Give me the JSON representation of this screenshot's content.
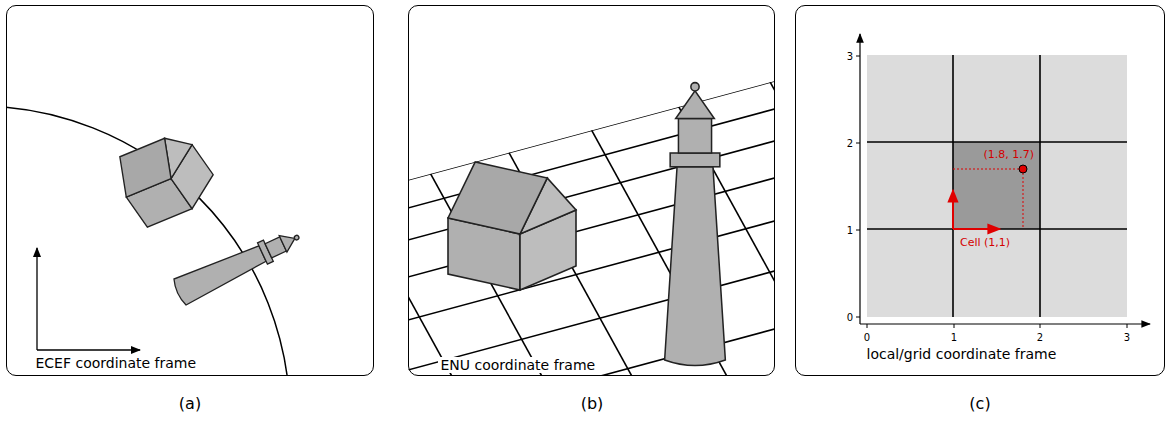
{
  "diagram": {
    "nodes": [
      {
        "text": [
          "ECEF coordinate frame"
        ]
      },
      {
        "text": [
          "ENU coordinate frame"
        ]
      },
      {
        "text": [
          "local/grid coordinate frame"
        ]
      }
    ],
    "labels": [
      "(1.8, 1.7)",
      "Cell (1,1)",
      "0",
      "1",
      "2",
      "3",
      "0",
      "1",
      "2",
      "3",
      "(a)",
      "(b)",
      "(c)"
    ]
  }
}
